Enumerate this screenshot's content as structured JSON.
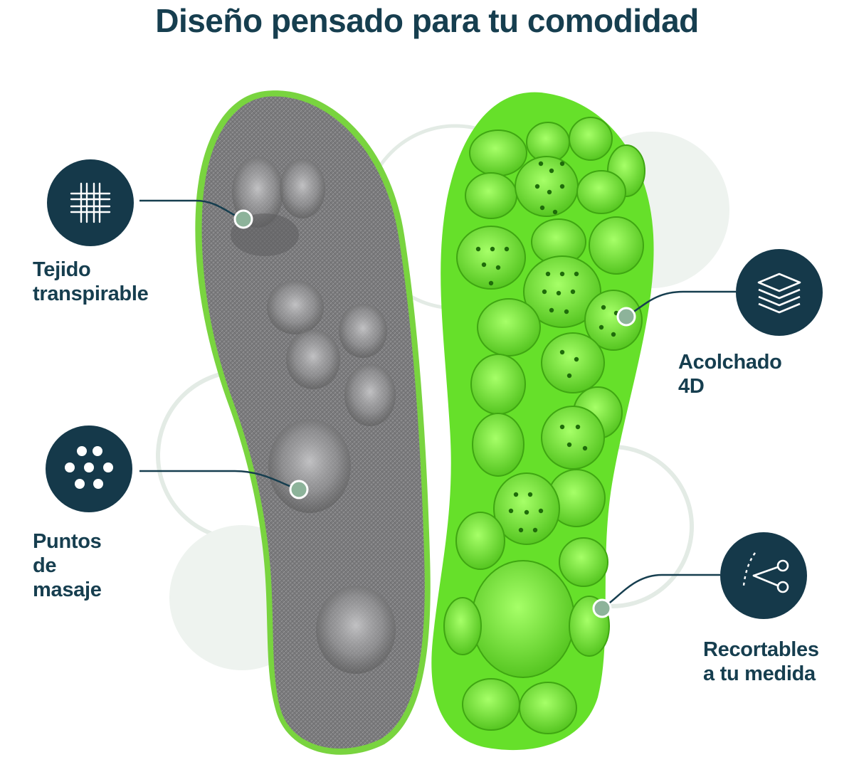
{
  "title": "Diseño pensado para tu comodidad",
  "colors": {
    "navy": "#15394a",
    "text": "#163e4f",
    "lime": "#7cf03a",
    "gray_mesh": "#7d7d7f",
    "sage": "#8db39a",
    "bg_circle": "#e9efea"
  },
  "features": [
    {
      "id": "breathable",
      "icon": "mesh-grid-icon",
      "lines": [
        "Tejido",
        "transpirable"
      ]
    },
    {
      "id": "massage",
      "icon": "dots-icon",
      "lines": [
        "Puntos",
        "de masaje"
      ]
    },
    {
      "id": "padding",
      "icon": "layers-icon",
      "lines": [
        "Acolchado 4D"
      ]
    },
    {
      "id": "trimmable",
      "icon": "scissors-icon",
      "lines": [
        "Recortables",
        "a tu medida"
      ]
    }
  ]
}
